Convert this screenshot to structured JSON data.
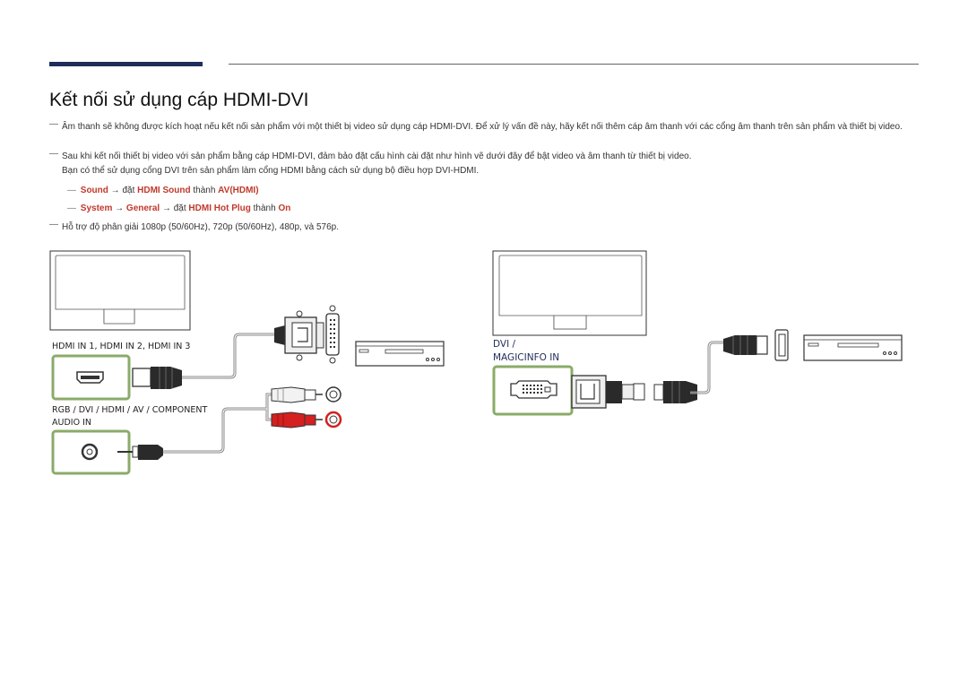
{
  "heading": {
    "title": "Kết nối sử dụng cáp HDMI-DVI"
  },
  "notes": [
    {
      "dash": "―",
      "text": "Âm thanh sẽ không được kích hoạt nếu kết nối sản phẩm với một thiết bị video sử dụng cáp HDMI-DVI. Để xử lý vấn đề này, hãy kết nối thêm cáp âm thanh với các cổng âm thanh trên sản phẩm và thiết bị video."
    },
    {
      "dash": "―",
      "text": "Sau khi kết nối thiết bị video với sản phẩm bằng cáp HDMI-DVI, đảm bảo đặt cấu hình cài đặt như hình vẽ dưới đây để bật video và âm thanh từ thiết bị video."
    },
    {
      "text": "Bạn có thể sử dụng cổng DVI trên sản phẩm làm cổng HDMI bằng cách sử dụng bộ điều hợp DVI-HDMI."
    },
    {
      "dash": "―",
      "text": "Hỗ trợ độ phân giải 1080p (50/60Hz), 720p (50/60Hz), 480p, và 576p."
    }
  ],
  "settings": {
    "line1": {
      "dash": "―",
      "menu": "Sound",
      "arrow1": " → đặt ",
      "item": "HDMI Sound",
      "to": " thành ",
      "value": "AV(HDMI)"
    },
    "line2": {
      "dash": "―",
      "menu": "System",
      "arrow1": " → ",
      "menu2": "General",
      "arrow2": " → đặt ",
      "item": "HDMI Hot Plug",
      "to": " thành ",
      "value": "On"
    }
  },
  "diagram": {
    "left_port_label": "HDMI IN 1, HDMI IN 2, HDMI IN 3",
    "audio_label_1": "RGB / DVI / HDMI / AV / COMPONENT",
    "audio_label_2": "AUDIO IN",
    "right_port_label_1": "DVI /",
    "right_port_label_2": "MAGICINFO IN",
    "colors": {
      "port_frame": "#8aab68",
      "audio_red": "#d42020",
      "navy": "#1e2d5a"
    }
  }
}
